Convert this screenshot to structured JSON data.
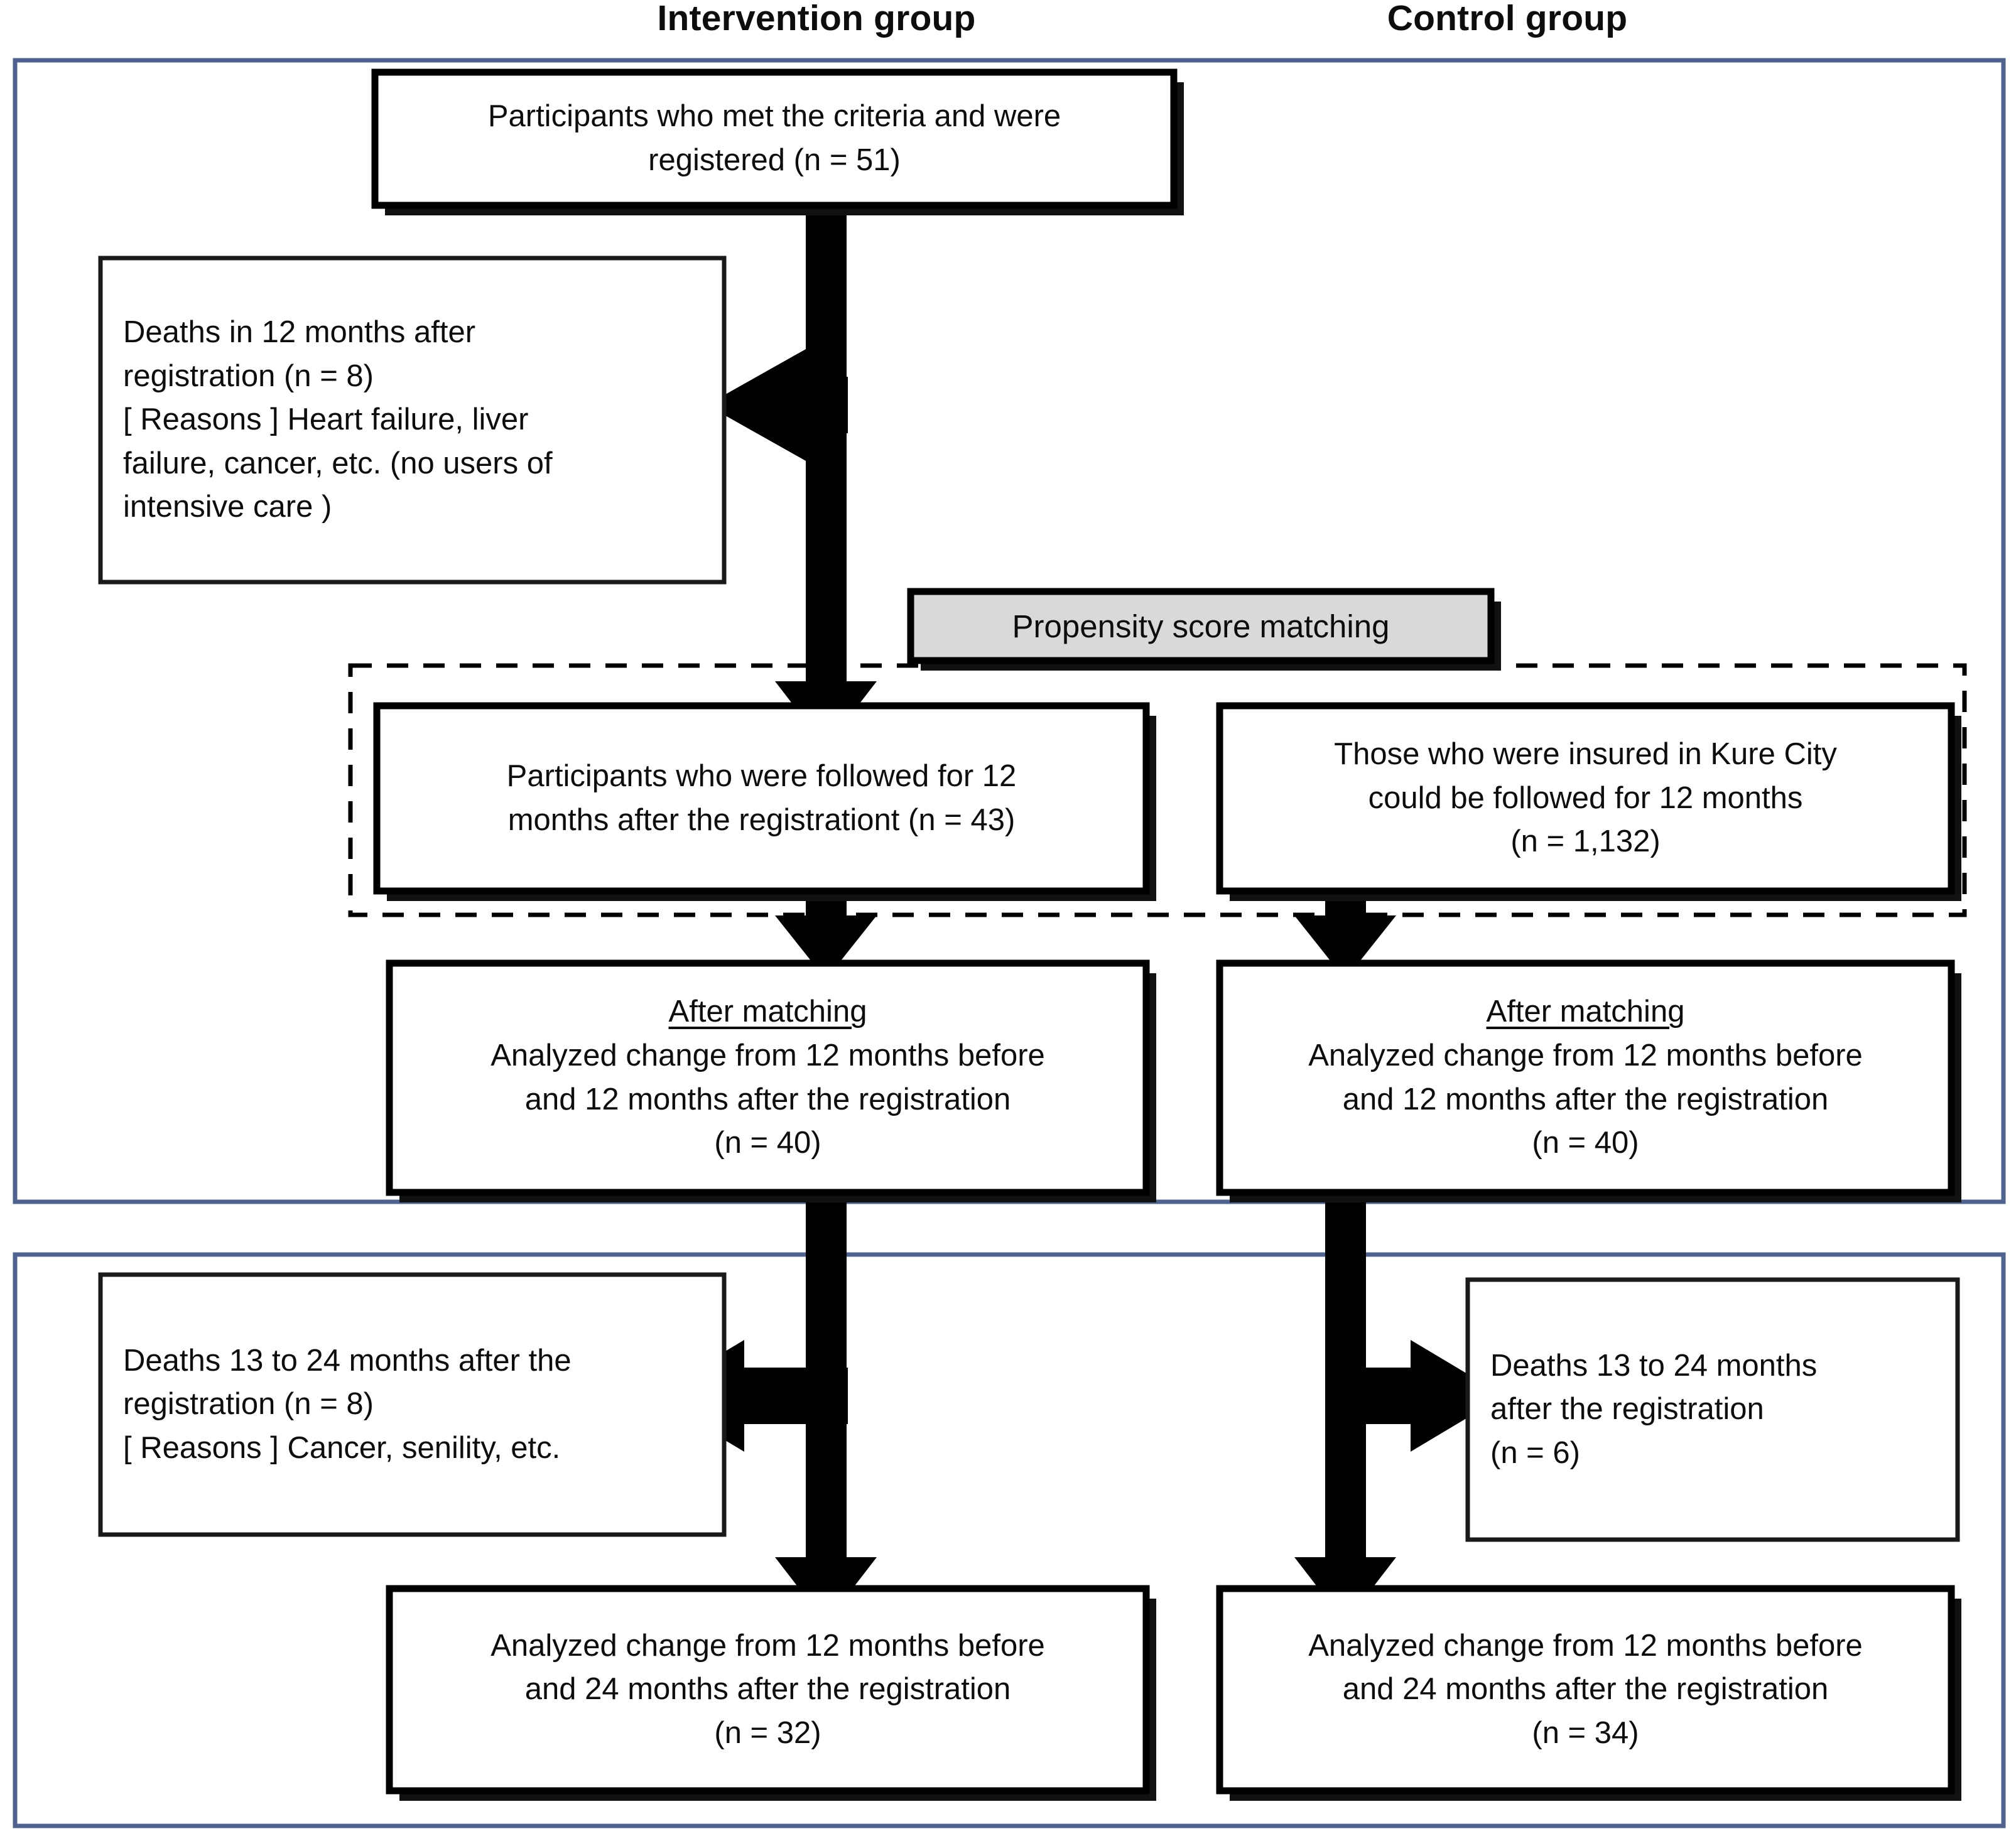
{
  "figure": {
    "type": "participant-flow-diagram",
    "headers": {
      "intervention": "Intervention group",
      "control": "Control group"
    },
    "phase_labels": {
      "propensity": "Propensity score matching",
      "after_matching": "After matching"
    },
    "colors": {
      "panel_border": "#4f6390",
      "node_border": "#000000",
      "node_fill": "#ffffff",
      "psm_fill": "#d9d9d9",
      "arrow": "#000000",
      "text": "#0d0d0d",
      "dashed_border": "#000000"
    },
    "nodes": {
      "registered": {
        "name": "participants-registered",
        "lines": [
          "Participants who met the criteria and were",
          "registered (n = 51)"
        ],
        "n": 51
      },
      "deaths_12": {
        "name": "deaths-12-months",
        "lines": [
          "Deaths in 12 months after",
          "registration (n = 8)",
          "[ Reasons ] Heart failure, liver",
          "failure, cancer, etc. (no users of",
          "intensive care )"
        ],
        "n": 8
      },
      "followed_12_intervention": {
        "name": "intervention-followed-12-months",
        "lines": [
          "Participants who were followed for 12",
          "months after the registrationt (n = 43)"
        ],
        "n": 43
      },
      "followed_12_control": {
        "name": "control-insured-kure-city",
        "lines": [
          "Those who were insured in Kure City",
          "could be followed for 12 months",
          "(n = 1,132)"
        ],
        "n": 1132
      },
      "matched_intervention": {
        "name": "intervention-after-matching-12",
        "heading": "After matching",
        "lines": [
          "Analyzed change from 12 months before",
          "and 12 months after the registration",
          "(n = 40)"
        ],
        "n": 40
      },
      "matched_control": {
        "name": "control-after-matching-12",
        "heading": "After matching",
        "lines": [
          "Analyzed change from 12 months before",
          "and 12 months after the registration",
          "(n = 40)"
        ],
        "n": 40
      },
      "deaths_13_24_intervention": {
        "name": "intervention-deaths-13-24-months",
        "lines": [
          "Deaths 13 to 24 months after the",
          "registration (n = 8)",
          "[ Reasons ] Cancer, senility, etc."
        ],
        "n": 8
      },
      "deaths_13_24_control": {
        "name": "control-deaths-13-24-months",
        "lines": [
          "Deaths 13 to 24 months",
          "after the registration",
          "(n = 6)"
        ],
        "n": 6
      },
      "final_intervention": {
        "name": "intervention-analyzed-24-months",
        "lines": [
          "Analyzed change from 12 months before",
          "and 24 months after the registration",
          "(n = 32)"
        ],
        "n": 32
      },
      "final_control": {
        "name": "control-analyzed-24-months",
        "lines": [
          "Analyzed change from 12 months before",
          "and 24 months after the registration",
          "(n = 34)"
        ],
        "n": 34
      }
    }
  }
}
